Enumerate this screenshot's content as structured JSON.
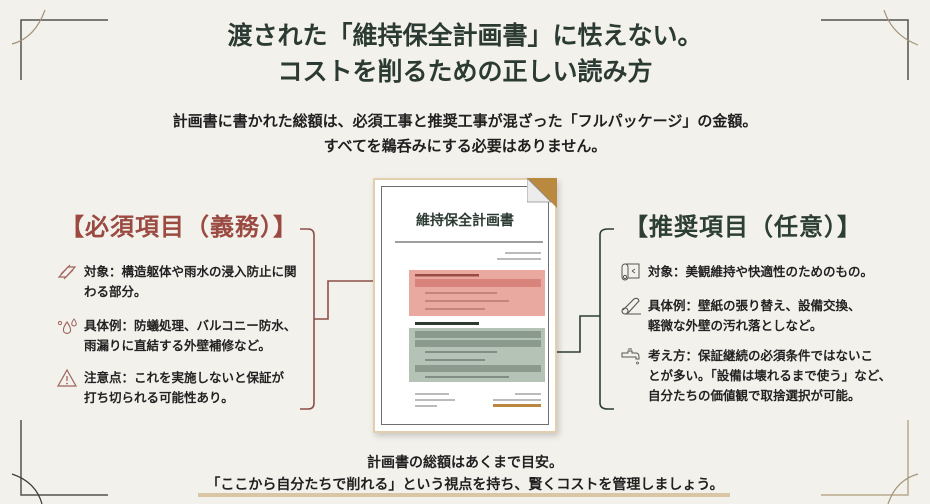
{
  "header": {
    "title_line1": "渡された「維持保全計画書」に怯えない。",
    "title_line2": "コストを削るための正しい読み方",
    "lead_line1": "計画書に書かれた総額は、必須工事と推奨工事が混ざった「フルパッケージ」の金額。",
    "lead_line2": "すべてを鵜呑みにする必要はありません。"
  },
  "left": {
    "heading": "【必須項目（義務）】",
    "color": "#9b4a42",
    "items": [
      {
        "icon": "steel-beam-icon",
        "text": "対象：構造躯体や雨水の浸入防止に関\nわる部分。"
      },
      {
        "icon": "water-drops-icon",
        "text": "具体例：防蟻処理、バルコニー防水、\n雨漏りに直結する外壁補修など。"
      },
      {
        "icon": "warning-icon",
        "text": "注意点：これを実施しないと保証が\n打ち切られる可能性あり。"
      }
    ]
  },
  "right": {
    "heading": "【推奨項目（任意）】",
    "color": "#2d3e34",
    "items": [
      {
        "icon": "wallpaper-roll-icon",
        "text": "対象：美観維持や快適性のためのもの。"
      },
      {
        "icon": "roller-icon",
        "text": "具体例：壁紙の張り替え、設備交換、\n軽微な外壁の汚れ落としなど。"
      },
      {
        "icon": "faucet-icon",
        "text": "考え方：保証継続の必須条件ではないこ\nとが多い。「設備は壊れるまで使う」など、\n自分たちの価値観で取捨選択が可能。"
      }
    ]
  },
  "document": {
    "title": "維持保全計画書",
    "mandatory_color": "#e8a19a",
    "recommended_color": "#b7c4b8",
    "accent_color": "#b8893f"
  },
  "footer": {
    "line1": "計画書の総額はあくまで目安。",
    "line2": "「ここから自分たちで削れる」という視点を持ち、賢くコストを管理しましょう。"
  }
}
